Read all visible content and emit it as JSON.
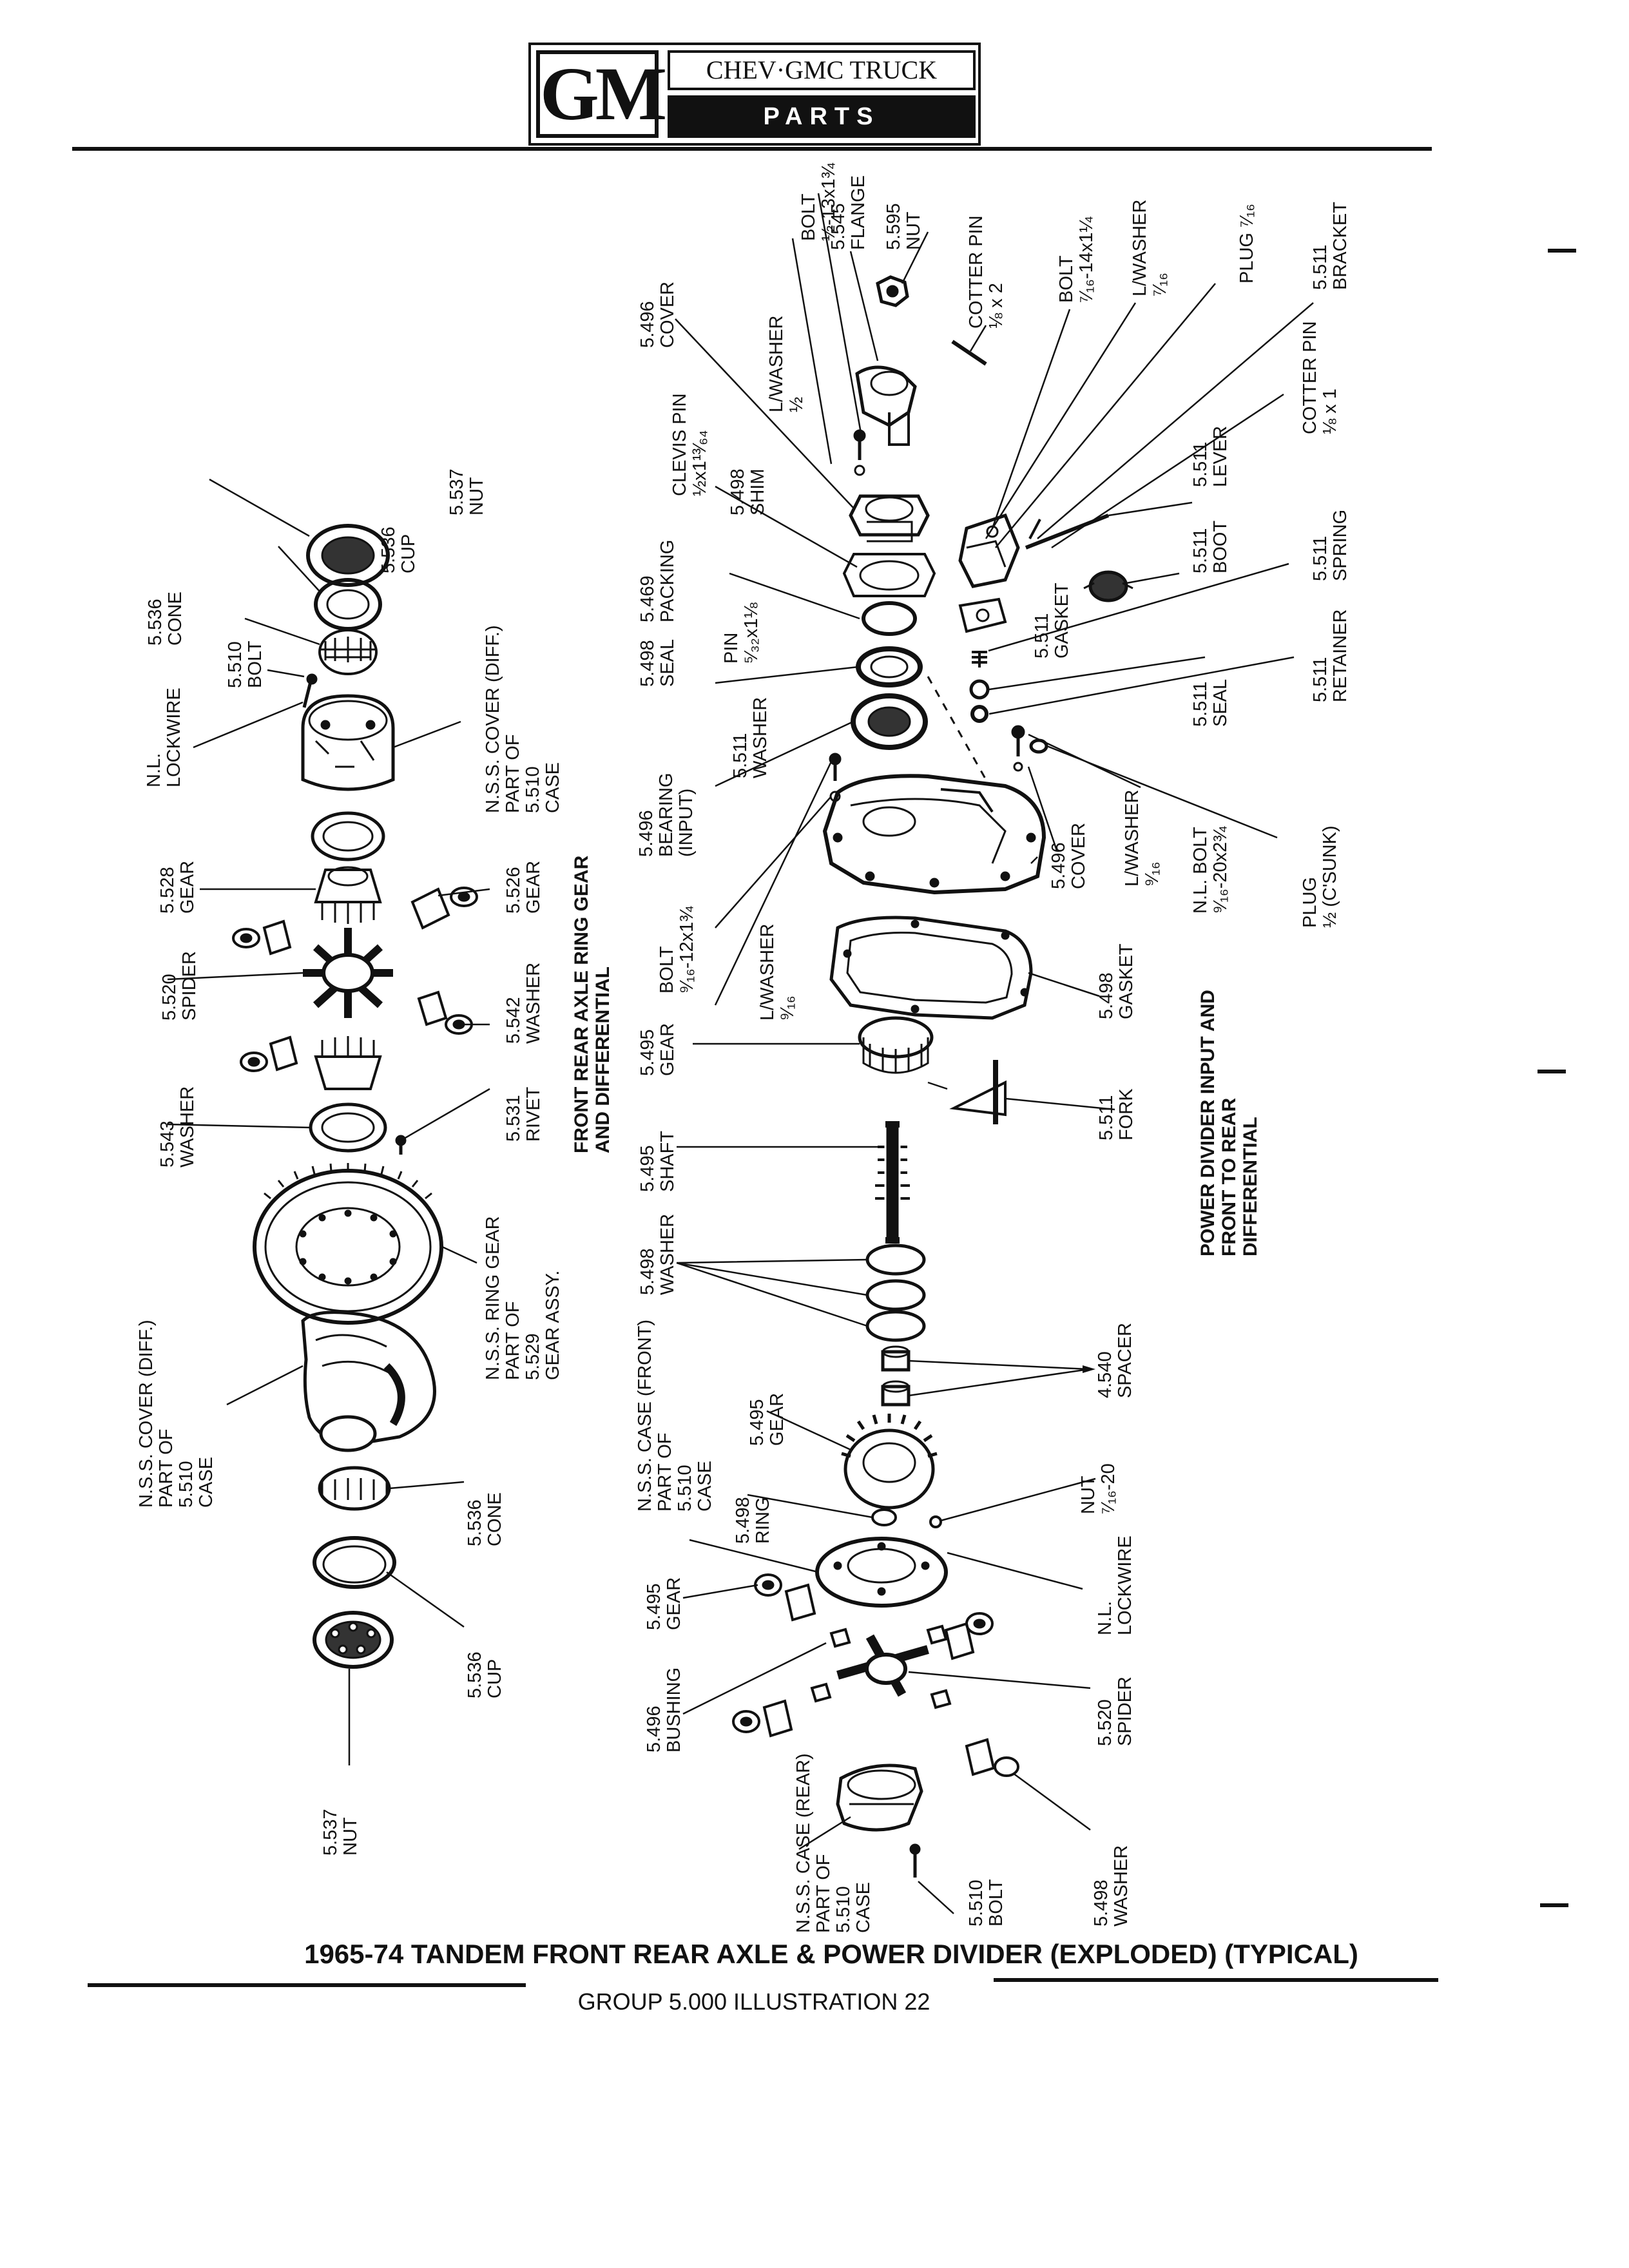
{
  "header": {
    "logo_text": "GM",
    "title": "CHEV·GMC TRUCK",
    "subtitle": "PARTS CATALOGUE"
  },
  "section_titles": {
    "differential": "FRONT REAR AXLE RING GEAR\nAND DIFFERENTIAL",
    "power_divider": "POWER DIVIDER INPUT AND\nFRONT TO REAR\nDIFFERENTIAL"
  },
  "labels": {
    "nut_5537_top": "5.537\nNUT",
    "cup_5536_top": "5.536\nCUP",
    "cone_5536_top": "5.536\nCONE",
    "bolt_5510_top": "5.510\nBOLT",
    "lockwire_nl_left": "N.L.\nLOCKWIRE",
    "nss_cover_diff_top": "N.S.S. COVER (DIFF.)\nPART OF\n5.510\nCASE",
    "gear_5528": "5.528\nGEAR",
    "gear_5526": "5.526\nGEAR",
    "spider_5520_left": "5.520\nSPIDER",
    "washer_5542": "5.542\nWASHER",
    "washer_5543": "5.543\nWASHER",
    "rivet_5531": "5.531\nRIVET",
    "nss_ring_gear": "N.S.S. RING GEAR\nPART OF\n5.529\nGEAR ASSY.",
    "nss_cover_diff_bottom": "N.S.S. COVER (DIFF.)\nPART OF\n5.510\nCASE",
    "cone_5536_bottom": "5.536\nCONE",
    "cup_5536_bottom": "5.536\nCUP",
    "nut_5537_bottom": "5.537\nNUT",
    "cover_5496_top": "5.496\nCOVER",
    "clevis_pin": "CLEVIS PIN\n½x1¹³⁄₆₄",
    "shim_5498": "5.498\nSHIM",
    "lwasher_half": "L/WASHER\n½",
    "bolt_half": "BOLT\n½-13x1¾",
    "flange_5545": "5.545\nFLANGE",
    "nut_5595": "5.595\nNUT",
    "cotter_pin_top": "COTTER PIN\n⅛ x 2",
    "bolt_7_16": "BOLT\n⁷⁄₁₆-14x1¼",
    "lwasher_7_16": "L/WASHER\n⁷⁄₁₆",
    "plug_7_16": "PLUG ⁷⁄₁₆",
    "bracket_5511": "5.511\nBRACKET",
    "cotter_pin_right": "COTTER PIN\n⅛ x 1",
    "lever_5511": "5.511\nLEVER",
    "boot_5511": "5.511\nBOOT",
    "spring_5511": "5.511\nSPRING",
    "packing_5469": "5.469\nPACKING",
    "pin_5_32": "PIN\n⁵⁄₃₂x1⅛",
    "gasket_5511": "5.511\nGASKET",
    "seal_5498": "5.498\nSEAL",
    "washer_5511": "5.511\nWASHER",
    "retainer_5511": "5.511\nRETAINER",
    "seal_5511": "5.511\nSEAL",
    "bearing_5496": "5.496\nBEARING\n(INPUT)",
    "lwasher_9_16_right": "L/WASHER\n⁹⁄₁₆",
    "nl_bolt": "N.L. BOLT\n⁹⁄₁₆-20x2¾",
    "plug_half": "PLUG\n½ (C'SUNK)",
    "cover_5496_mid": "5.496\nCOVER",
    "bolt_9_16": "BOLT\n⁹⁄₁₆-12x1¾",
    "lwasher_9_16_left": "L/WASHER\n⁹⁄₁₆",
    "gasket_5498": "5.498\nGASKET",
    "gear_5495_a": "5.495\nGEAR",
    "fork_5511": "5.511\nFORK",
    "shaft_5495": "5.495\nSHAFT",
    "washer_5498": "5.498\nWASHER",
    "spacer_4540": "4.540\nSPACER",
    "nss_case_front": "N.S.S. CASE (FRONT)\nPART OF\n5.510\nCASE",
    "gear_5495_b": "5.495\nGEAR",
    "ring_5498": "5.498\nRING",
    "nut_7_16": "NUT\n⁷⁄₁₆-20",
    "lockwire_nl_right": "N.L.\nLOCKWIRE",
    "gear_5495_c": "5.495\nGEAR",
    "bushing_5496": "5.496\nBUSHING",
    "spider_5520_right": "5.520\nSPIDER",
    "nss_case_rear": "N.S.S. CASE (REAR)\nPART OF\n5.510\nCASE",
    "bolt_5510_bottom": "5.510\nBOLT",
    "washer_5498_bottom": "5.498\nWASHER"
  },
  "caption": "1965-74 TANDEM FRONT REAR AXLE & POWER DIVIDER (EXPLODED) (TYPICAL)",
  "footer": "GROUP 5.000 ILLUSTRATION 22"
}
